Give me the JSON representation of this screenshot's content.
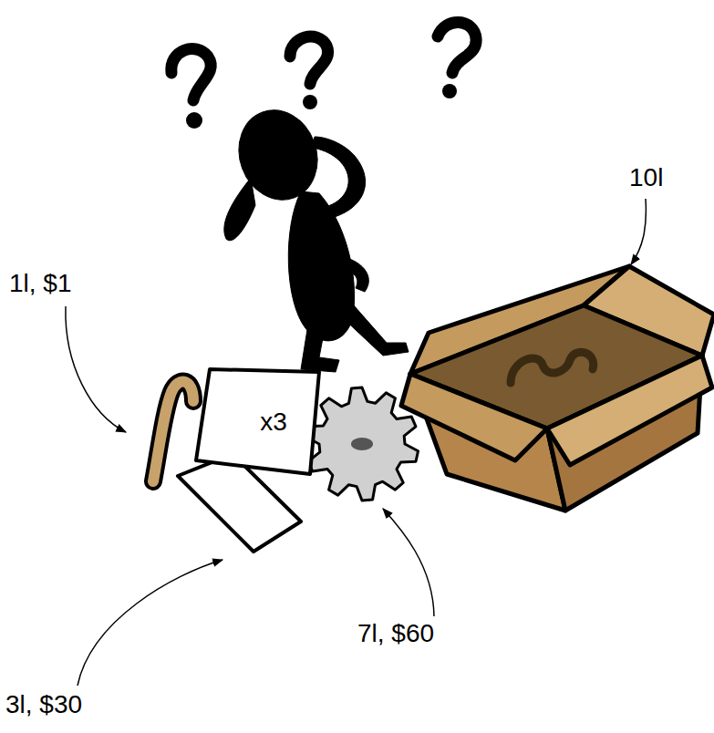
{
  "diagram": {
    "nodes": [
      {
        "text": [
          "x3"
        ]
      }
    ],
    "labels": [
      "10l",
      "1l, $1",
      "3l, $30",
      "7l, $60"
    ]
  }
}
